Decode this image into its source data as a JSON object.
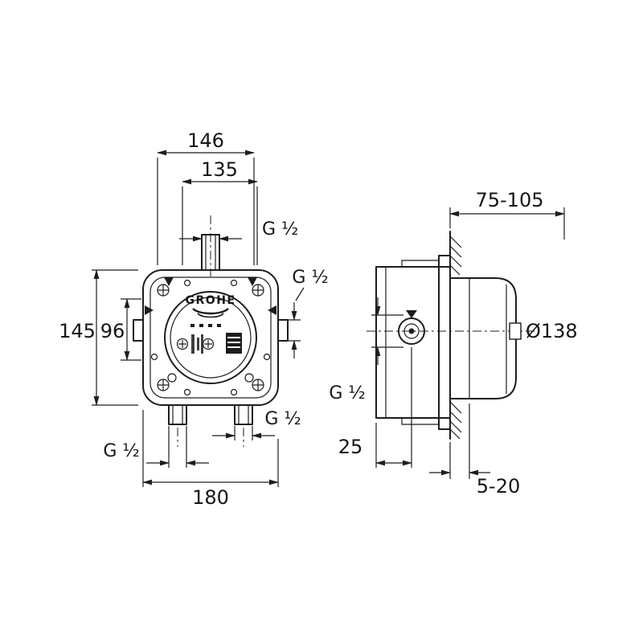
{
  "drawing": {
    "brand": "GROHE",
    "front_view": {
      "width_top": "146",
      "width_inner": "135",
      "conn_top": "G ½",
      "conn_right": "G ½",
      "height_outer": "145",
      "height_inner": "96",
      "conn_bottom_left": "G ½",
      "conn_bottom_right": "G ½",
      "width_bottom": "180"
    },
    "side_view": {
      "depth_range": "75-105",
      "diameter": "Ø138",
      "conn_inlet": "G ½",
      "inlet_offset": "25",
      "wall_thickness_range": "5-20"
    }
  }
}
